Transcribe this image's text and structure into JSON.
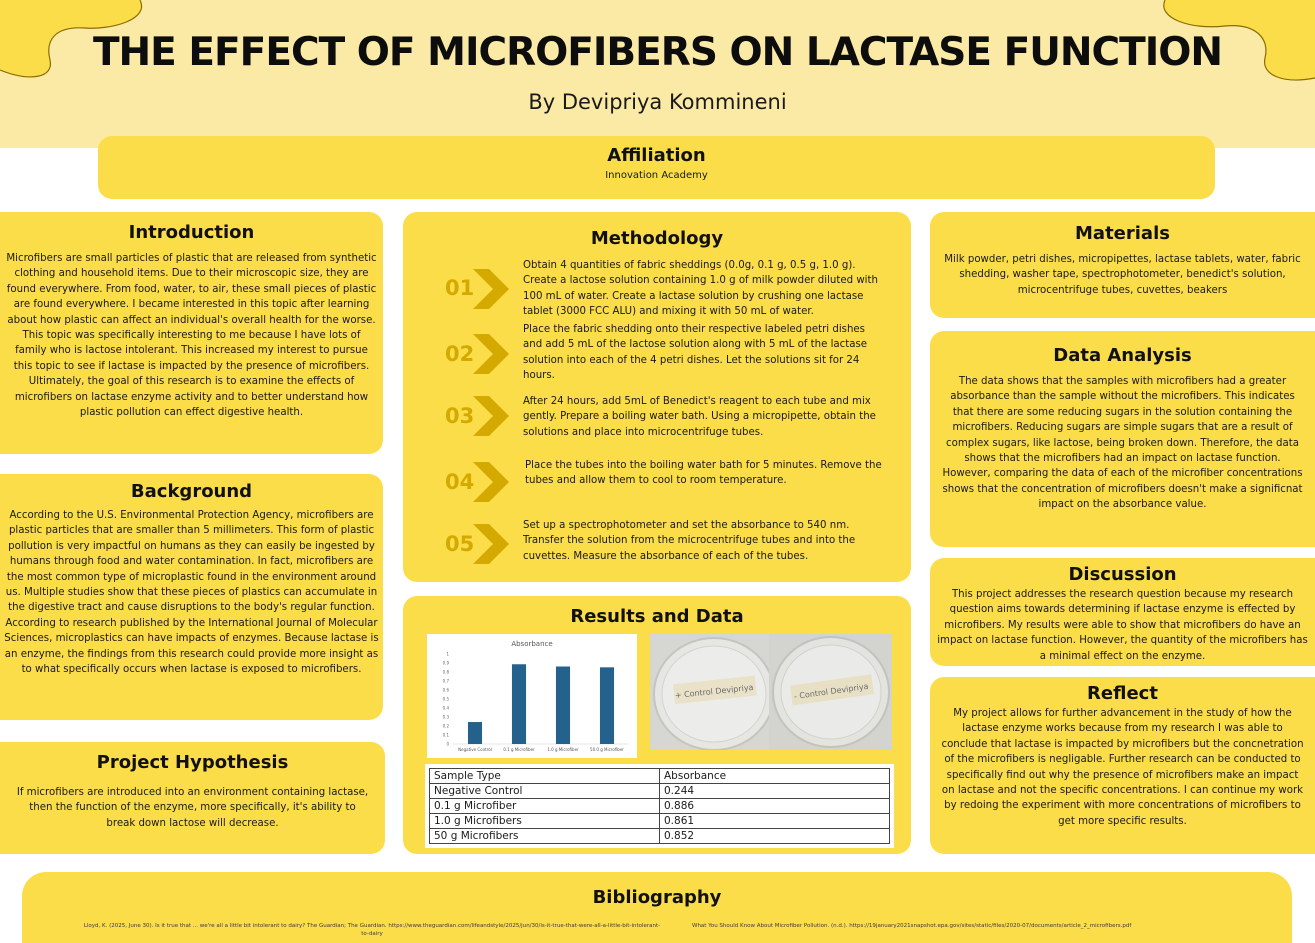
{
  "header": {
    "title": "THE EFFECT OF MICROFIBERS ON LACTASE FUNCTION",
    "byline": "By Devipriya Kommineni"
  },
  "colors": {
    "header_band": "#fbeaa6",
    "card": "#fbdd4a",
    "step_number": "#d4a900",
    "bar": "#24618c"
  },
  "affiliation": {
    "heading": "Affiliation",
    "text": "Innovation Academy"
  },
  "introduction": {
    "heading": "Introduction",
    "text": "Microfibers are small particles of plastic that are released from synthetic clothing and household items. Due to their microscopic size, they are found everywhere. From food, water, to air, these small pieces of plastic are found everywhere. I became interested in this topic after learning about how plastic can affect an individual's overall health for the worse. This topic was specifically interesting to me because I have lots of family who is lactose intolerant. This increased my interest to pursue this topic to see if lactase is impacted by the presence of microfibers. Ultimately, the goal of this research is to examine the effects of microfibers on lactase enzyme activity and to better understand how plastic pollution can effect digestive health."
  },
  "background": {
    "heading": "Background",
    "text": "According to the U.S. Environmental Protection Agency, microfibers are plastic particles that are smaller than 5 millimeters. This form of plastic pollution is very impactful on humans as they can easily be ingested by humans through food and water contamination. In fact, microfibers are the most common type of microplastic found in the environment around us. Multiple studies show that these pieces of plastics can accumulate in the digestive tract and cause disruptions to the body's regular function. According to research published by the International Journal of Molecular Sciences, microplastics can have impacts of enzymes. Because lactase is an enzyme, the findings from this research could provide more insight as to what specifically occurs when lactase is exposed to microfibers."
  },
  "hypothesis": {
    "heading": "Project Hypothesis",
    "text": "If microfibers are introduced into an environment containing lactase, then the function of the enzyme, more specifically, it's ability to break down lactose will decrease."
  },
  "methodology": {
    "heading": "Methodology",
    "steps": [
      {
        "num": "01",
        "text": "Obtain 4 quantities of fabric sheddings (0.0g, 0.1 g, 0.5 g, 1.0 g). Create a lactose solution containing 1.0 g of milk powder diluted with 100 mL of water. Create a lactase solution by crushing one lactase tablet (3000 FCC ALU) and mixing it with 50 mL of water."
      },
      {
        "num": "02",
        "text": "Place the fabric shedding onto their respective labeled petri dishes and add 5 mL of the lactose solution along with 5 mL of the lactase solution into each of the 4 petri dishes. Let the solutions sit for 24 hours."
      },
      {
        "num": "03",
        "text": "After 24 hours, add 5mL of Benedict's reagent to each tube and mix gently. Prepare a boiling water bath. Using a micropipette, obtain the solutions and place into microcentrifuge tubes."
      },
      {
        "num": "04",
        "text": "Place the tubes into the boiling water bath for 5 minutes. Remove the tubes and allow them to cool to room temperature."
      },
      {
        "num": "05",
        "text": "Set up a spectrophotometer and set the absorbance to 540 nm. Transfer the solution from the microcentrifuge tubes and into the cuvettes. Measure the absorbance of each of the tubes."
      }
    ]
  },
  "results": {
    "heading": "Results and Data",
    "photo1_label": "+ Control Devipriya",
    "photo2_label": "- Control Devipriya",
    "table": {
      "headers": [
        "Sample Type",
        "Absorbance"
      ],
      "rows": [
        [
          "Negative Control",
          "0.244"
        ],
        [
          "0.1 g Microfiber",
          "0.886"
        ],
        [
          "1.0 g Microfibers",
          "0.861"
        ],
        [
          "50 g Microfibers",
          "0.852"
        ]
      ]
    }
  },
  "chart_data": {
    "type": "bar",
    "title": "Absorbance",
    "categories": [
      "Negative Control",
      "0.1 g Microfiber",
      "1.0 g Microfiber",
      "50.0 g Microfiber"
    ],
    "values": [
      0.244,
      0.886,
      0.861,
      0.852
    ],
    "yticks": [
      "0",
      "0.1",
      "0.2",
      "0.3",
      "0.4",
      "0.5",
      "0.6",
      "0.7",
      "0.8",
      "0.9",
      "1"
    ],
    "ylim": [
      0,
      1
    ],
    "grid": false,
    "legend": "none"
  },
  "materials": {
    "heading": "Materials",
    "text": "Milk powder, petri dishes, micropipettes, lactase tablets, water, fabric shedding, washer tape, spectrophotometer, benedict's solution, microcentrifuge tubes, cuvettes, beakers"
  },
  "analysis": {
    "heading": "Data Analysis",
    "text": "The data shows that the samples with microfibers had a greater absorbance than the sample without the microfibers. This indicates that there are some reducing sugars in the solution containing the microfibers. Reducing sugars are simple sugars that are a result of complex sugars, like lactose, being broken down. Therefore, the data shows that the microfibers had an impact on lactase function. However, comparing the data of each of the microfiber concentrations shows that the concentration of microfibers doesn't make a significnat impact on the absorbance value."
  },
  "discussion": {
    "heading": "Discussion",
    "text": "This project addresses the research question because my research question aims towards determining if lactase enzyme is effected by microfibers. My results were able to show that microfibers do have an impact on lactase function. However, the quantity of the microfibers has a minimal effect on the enzyme."
  },
  "reflect": {
    "heading": "Reflect",
    "text": "My project allows for further advancement in the study of how the lactase enzyme works because from my research I was able to conclude that lactase is impacted by microfibers but the concnetration of the microfibers is negligable. Further research can be conducted to specifically find out why the presence of microfibers make an impact on lactase and not the specific concentrations. I can continue my work by redoing the experiment with more concentrations of microfibers to get more specific results."
  },
  "bibliography": {
    "heading": "Bibliography",
    "ref1": "Lloyd, K. (2025, June 30). Is it true that ... we're all a little bit intolerant to dairy? The Guardian; The Guardian. https://www.theguardian.com/lifeandstyle/2025/jun/30/is-it-true-that-were-all-a-little-bit-intolerant-to-dairy",
    "ref2": "What You Should Know About Microfiber Pollution. (n.d.). https://19january2021snapshot.epa.gov/sites/static/files/2020-07/documents/article_2_microfibers.pdf"
  }
}
